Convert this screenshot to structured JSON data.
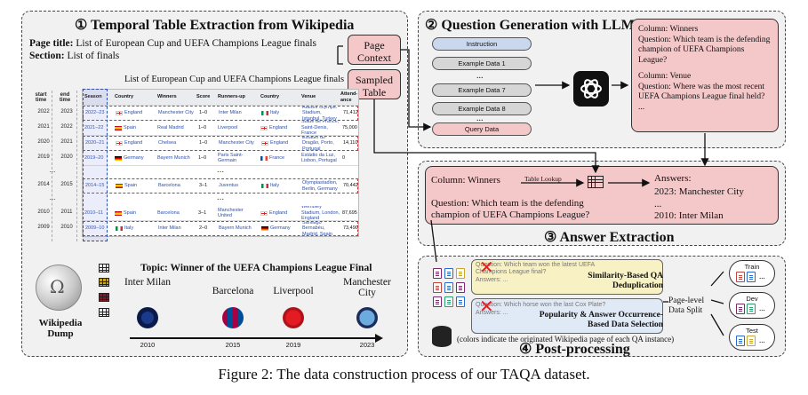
{
  "panel1": {
    "title": "① Temporal Table Extraction from Wikipedia",
    "page_title_label": "Page title:",
    "page_title_value": "List of European Cup and UEFA Champions League finals",
    "section_label": "Section:",
    "section_value": "List of finals",
    "page_context": "Page Context",
    "sampled_table": "Sampled Table",
    "table_caption": "List of European Cup and UEFA Champions League finals",
    "time_headers": [
      "start time",
      "end time"
    ],
    "table_headers": [
      "Season",
      "Country",
      "Winners",
      "Score",
      "Runners-up",
      "Country",
      "Venue",
      "Attend-ance"
    ],
    "rows": [
      {
        "start": "2022",
        "end": "2023",
        "season": "2022–23",
        "country": "England",
        "winners": "Manchester City",
        "score": "1–0",
        "runners_up": "Inter Milan",
        "country2": "Italy",
        "venue": "Atatürk Olympic Stadium, Istanbul, Turkey",
        "attendance": "71,412",
        "selected": true
      },
      {
        "start": "2021",
        "end": "2022",
        "season": "2021–22",
        "country": "Spain",
        "winners": "Real Madrid",
        "score": "1–0",
        "runners_up": "Liverpool",
        "country2": "England",
        "venue": "Stade de France, Saint-Denis, France",
        "attendance": "75,000",
        "selected": false
      },
      {
        "start": "2020",
        "end": "2021",
        "season": "2020–21",
        "country": "England",
        "winners": "Chelsea",
        "score": "1–0",
        "runners_up": "Manchester City",
        "country2": "England",
        "venue": "Estádio do Dragão, Porto, Portugal",
        "attendance": "14,110",
        "selected": true
      },
      {
        "start": "2019",
        "end": "2020",
        "season": "2019–20",
        "country": "Germany",
        "winners": "Bayern Munich",
        "score": "1–0",
        "runners_up": "Paris Saint-Germain",
        "country2": "France",
        "venue": "Estádio da Luz, Lisbon, Portugal",
        "attendance": "0",
        "selected": false
      },
      {
        "start": "2014",
        "end": "2015",
        "season": "2014–15",
        "country": "Spain",
        "winners": "Barcelona",
        "score": "3–1",
        "runners_up": "Juventus",
        "country2": "Italy",
        "venue": "Olympiastadion, Berlin, Germany",
        "attendance": "70,442",
        "selected": true
      },
      {
        "start": "2010",
        "end": "2011",
        "season": "2010–11",
        "country": "Spain",
        "winners": "Barcelona",
        "score": "3–1",
        "runners_up": "Manchester United",
        "country2": "England",
        "venue": "Wembley Stadium, London, England",
        "attendance": "87,695",
        "selected": false
      },
      {
        "start": "2009",
        "end": "2010",
        "season": "2009–10",
        "country": "Italy",
        "winners": "Inter Milan",
        "score": "2–0",
        "runners_up": "Bayern Munich",
        "country2": "Germany",
        "venue": "Santiago Bernabéu, Madrid, Spain",
        "attendance": "73,490",
        "selected": true
      }
    ],
    "dots": "...",
    "wiki_label": "Wikipedia Dump",
    "topic": "Topic: Winner of the UEFA Champions League Final",
    "timeline": [
      {
        "team": "Inter Milan",
        "year": "2010"
      },
      {
        "team": "Barcelona",
        "year": "2015"
      },
      {
        "team": "Liverpool",
        "year": "2019"
      },
      {
        "team": "Manchester City",
        "year": "2023"
      }
    ]
  },
  "panel2": {
    "title": "② Question Generation with LLM",
    "pills": [
      "Instruction",
      "Example Data 1",
      "...",
      "Example Data 7",
      "Example Data 8",
      "...",
      "Query Data"
    ],
    "output": {
      "col1": "Column: Winners",
      "q1": "Question: Which team is the defending champion of UEFA Champions League?",
      "col2": "Column: Venue",
      "q2": "Question: Where was the most recent UEFA Champions League final held?",
      "more": "..."
    }
  },
  "panel3": {
    "title": "③ Answer Extraction",
    "column": "Column: Winners",
    "lookup": "Table Lookup",
    "question": "Question: Which team is the defending champion of UEFA Champions League?",
    "answers_label": "Answers:",
    "answer1": "2023: Manchester City",
    "dots": "...",
    "answer2": "2010: Inter Milan"
  },
  "panel4": {
    "title": "④ Post-processing",
    "q1": "Question: Which team won the latest UEFA Champions League final?",
    "a1": "Answers: ...",
    "step1": "Similarity-Based QA Deduplication",
    "q2": "Question: Which horse won the last Cox Plate?",
    "a2": "Answers: ...",
    "step2": "Popularity & Answer Occurrence-Based Data Selection",
    "note": "(colors indicate the originated Wikipedia page of each QA instance)",
    "split_label": "Page-level Data Split",
    "splits": [
      "Train",
      "Dev",
      "Test"
    ],
    "split_dots": "..."
  },
  "caption": "Figure 2: The data construction process of our TAQA dataset.",
  "colors": {
    "panel_bg": "#f1f1f1",
    "pink": "#f4c7c9",
    "blue_pill": "#c9d8ee",
    "selected_border": "#c4343a"
  }
}
